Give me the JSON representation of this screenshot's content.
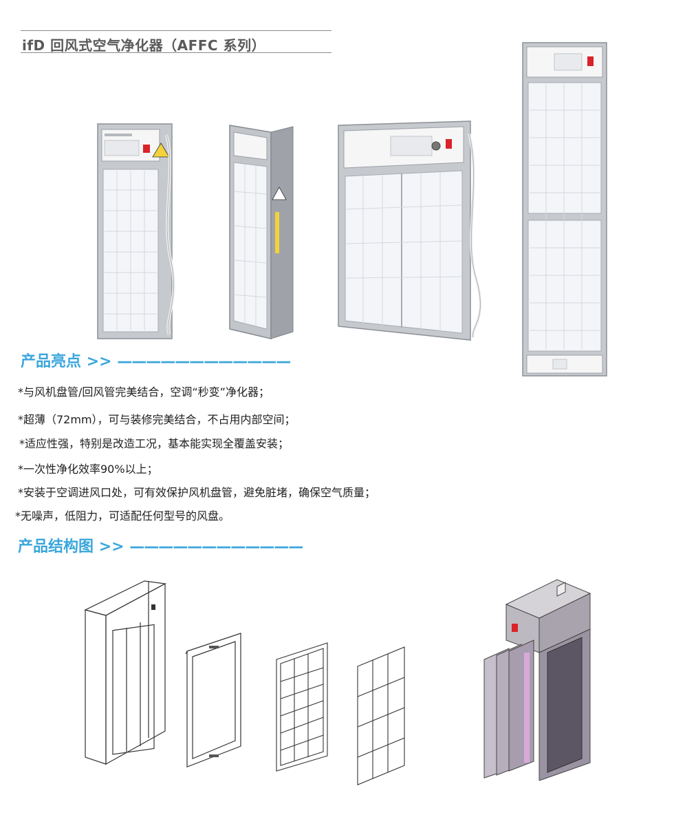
{
  "header": {
    "title": "ifD 回风式空气净化器（AFFC 系列）"
  },
  "highlights": {
    "heading": "产品亮点",
    "arrow": ">>",
    "dashes": "————————————",
    "items": [
      "*与风机盘管/回风管完美结合，空调“秒变”净化器；",
      "*超薄（72mm），可与装修完美结合，不占用内部空间；",
      "*适应性强，特别是改造工况，基本能实现全覆盖安装；",
      "*一次性净化效率90%以上；",
      "*安装于空调进风口处，可有效保护风机盘管，避免脏堵，确保空气质量；",
      "*无噪声，低阻力，可适配任何型号的风盘。"
    ]
  },
  "structure": {
    "heading": "产品结构图",
    "arrow": ">>",
    "dashes": "————————————"
  },
  "colors": {
    "accent": "#3aa6dc",
    "frame": "#b9bcc2",
    "filter": "#f3f5f8",
    "switch": "#d8232a",
    "housing": "#9a93a2"
  }
}
